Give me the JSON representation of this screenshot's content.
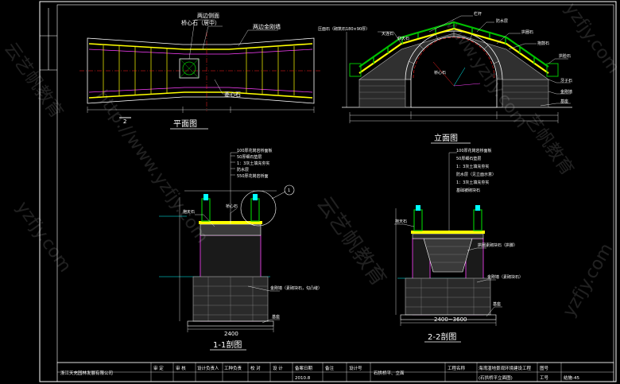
{
  "views": {
    "plan": {
      "title": "平面图",
      "labels": {
        "side_stone_top": "两边侧面",
        "heart_stone": "桥心石（居中）",
        "side_wall": "两边金刚墙",
        "paving": "菱心石",
        "mark_2": "2"
      }
    },
    "elevation": {
      "title": "立面图",
      "labels": {
        "parapet": "栏杆",
        "waterproof": "防水层",
        "arch_stone": "拱圈石",
        "heart_stone": "桥心石",
        "cap_stone": "压面石（砌筑石180×90厚）",
        "guard_stone": "抱鼓石",
        "arch_face": "拱脸石",
        "step_stone": "牙子石",
        "diamond_wall": "金刚墙",
        "foundation": "基座",
        "top_label": "天连石",
        "side_label": "仰天石"
      }
    },
    "section_1": {
      "title": "1-1剖图",
      "layers": [
        "100厚花岗岩桥面板",
        "50厚细石垫层",
        "1：3灰土填充夯实",
        "防水层",
        "550厚花岗岩桥面"
      ],
      "labels": {
        "heart_stone": "桥心石",
        "top": "抱天石",
        "diamond_wall": "金刚墙（素砌块石，勾凸缝）",
        "foundation": "基座",
        "width": "2400",
        "callout": "1"
      }
    },
    "section_2": {
      "title": "2-2剖图",
      "layers": [
        "100厚花岗岩桥面板",
        "50厚细石垫层",
        "1：3灰土填充夯实",
        "防水层（见立面示意）",
        "1：3灰土填充夯实",
        "基础被砌块石"
      ],
      "labels": {
        "top": "抱天石",
        "vault": "拱圈素砌块石（拱脚）",
        "diamond_wall": "金刚墙（素砌块石）",
        "foundation": "基座",
        "width": "2400~3600"
      }
    }
  },
  "title_block": {
    "company": "浙江天充园林发展有限公司",
    "cells": [
      "审 定",
      "审 核",
      "设计负责人",
      "工种负责",
      "校 对",
      "设 计",
      "备案日期",
      "2010.8",
      "备注",
      "设计号",
      "石拱桥平、立面",
      "工程名称",
      "海湾湿地景观环境建设工程",
      "图号",
      "工号",
      "(石拱桥平立面图)",
      "结施-45"
    ]
  },
  "watermarks": [
    "http://www.yzfjy.com",
    "云艺帆教育",
    "yzfjy.com",
    "www.yzfjy.com",
    "艺帆教育"
  ],
  "colors": {
    "background": "#000000",
    "outline": "#ffffff",
    "yellow": "#ffff00",
    "green": "#00c000",
    "cyan": "#00ffff",
    "magenta": "#ff40ff",
    "red": "#ff2020",
    "brick": "#b0b0b0"
  }
}
